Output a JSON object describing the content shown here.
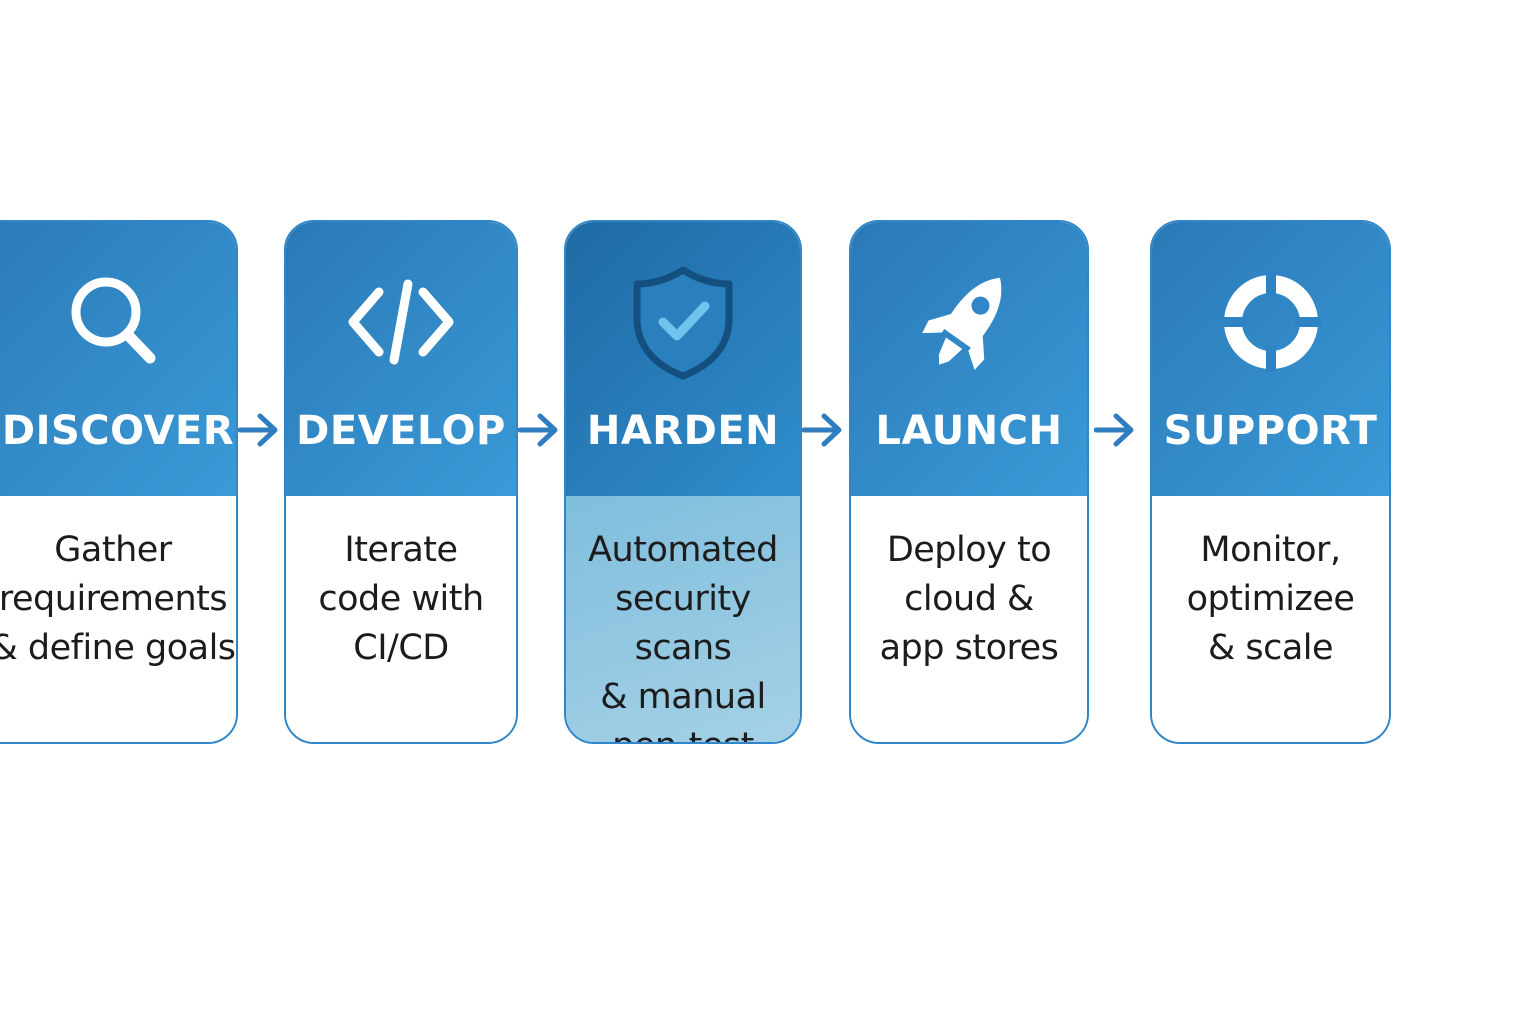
{
  "colors": {
    "primary_blue": "#2f86c8",
    "highlight_fill": "#9fcde4",
    "arrow": "#2f7dbf"
  },
  "stages": [
    {
      "title": "DISCOVER",
      "description": "Gather\nrequirements\n& define goals",
      "icon": "search-icon",
      "highlighted": false
    },
    {
      "title": "DEVELOP",
      "description": "Iterate\ncode with\nCI/CD",
      "icon": "code-icon",
      "highlighted": false
    },
    {
      "title": "HARDEN",
      "description": "Automated\nsecurity scans\n& manual\npen-test",
      "icon": "shield-check-icon",
      "highlighted": true
    },
    {
      "title": "LAUNCH",
      "description": "Deploy to\ncloud &\napp stores",
      "icon": "rocket-icon",
      "highlighted": false
    },
    {
      "title": "SUPPORT",
      "description": "Monitor,\noptimizee\n& scale",
      "icon": "lifebuoy-icon",
      "highlighted": false
    }
  ],
  "connectors": [
    "arrow-right-icon",
    "arrow-right-icon",
    "arrow-right-icon",
    "arrow-right-icon"
  ]
}
